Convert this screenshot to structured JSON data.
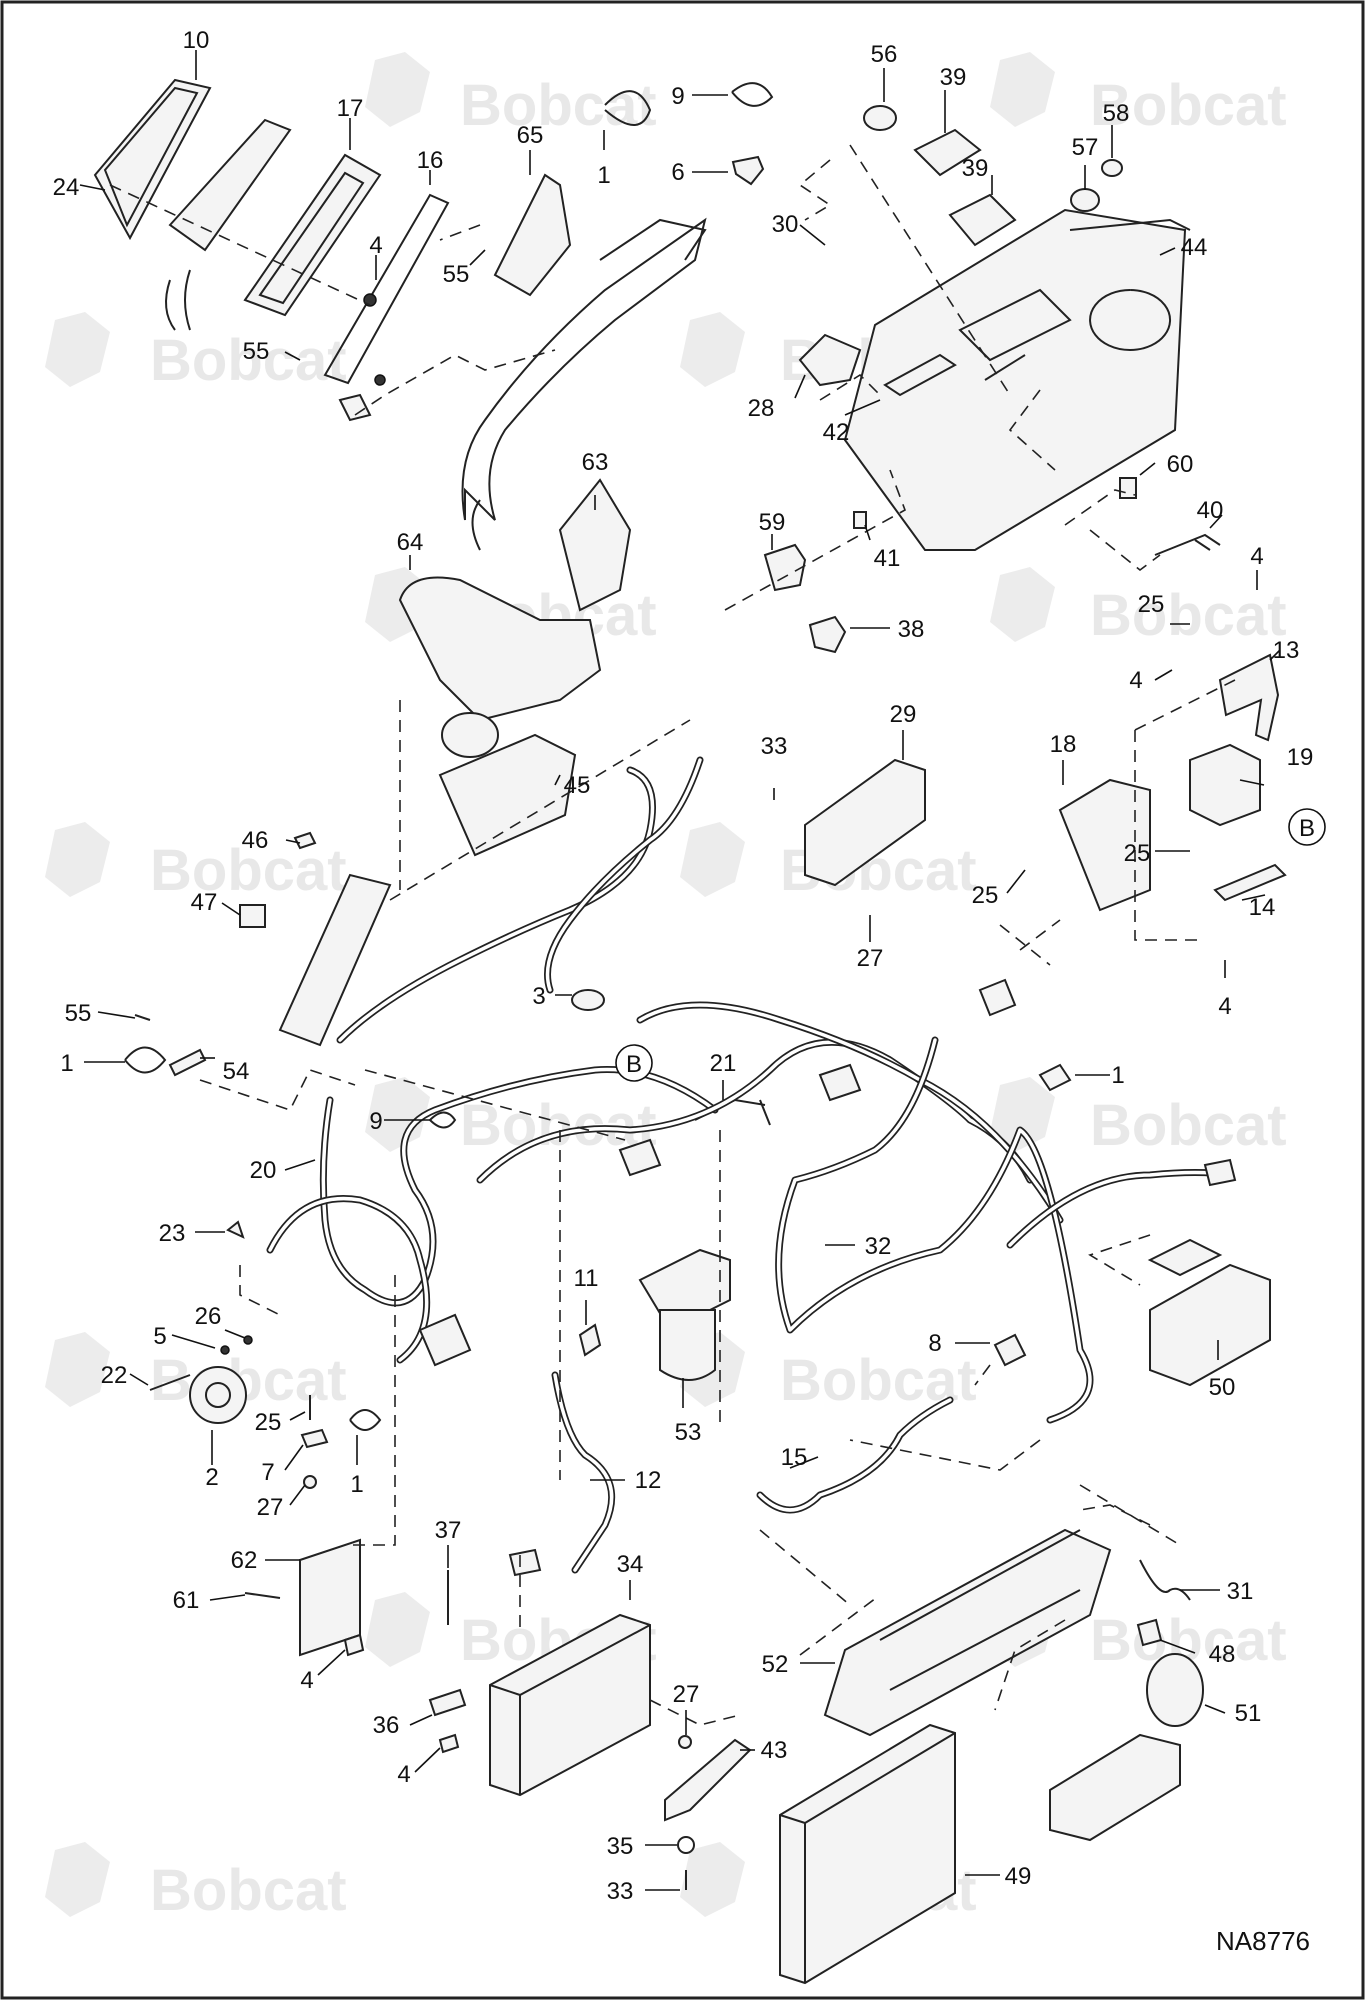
{
  "drawing_id": "NA8776",
  "watermark_text": "Bobcat",
  "callouts": {
    "c10": "10",
    "c24": "24",
    "c17": "17",
    "c16": "16",
    "c4a": "4",
    "c55a": "55",
    "c55b": "55",
    "c65": "65",
    "c1a": "1",
    "c9a": "9",
    "c6": "6",
    "c56": "56",
    "c39a": "39",
    "c39b": "39",
    "c58": "58",
    "c57": "57",
    "c44": "44",
    "c30": "30",
    "c28": "28",
    "c42": "42",
    "c63": "63",
    "c64": "64",
    "c59": "59",
    "c41": "41",
    "c38": "38",
    "c60": "60",
    "c40": "40",
    "c4b": "4",
    "c25a": "25",
    "c4c": "4",
    "c13": "13",
    "c18": "18",
    "c19": "19",
    "c25b": "25",
    "c25c": "25",
    "c14": "14",
    "c4d": "4",
    "c29": "29",
    "c33a": "33",
    "c27a": "27",
    "c45": "45",
    "c46": "46",
    "c47": "47",
    "c3": "3",
    "c55c": "55",
    "c54": "54",
    "c1b": "1",
    "c1c": "1",
    "c9b": "9",
    "c21": "21",
    "c20": "20",
    "c32": "32",
    "c23": "23",
    "c11": "11",
    "c26": "26",
    "c5": "5",
    "c22": "22",
    "c53": "53",
    "c8": "8",
    "c50": "50",
    "c25d": "25",
    "c7": "7",
    "c27b": "27",
    "c2": "2",
    "c1d": "1",
    "c12": "12",
    "c15": "15",
    "c62": "62",
    "c61": "61",
    "c37": "37",
    "c34": "34",
    "c4e": "4",
    "c36": "36",
    "c4f": "4",
    "c27c": "27",
    "c43": "43",
    "c35": "35",
    "c33b": "33",
    "c49": "49",
    "c31": "31",
    "c48": "48",
    "c52": "52",
    "c51": "51"
  },
  "ref_markers": {
    "b1": "B",
    "b2": "B"
  }
}
